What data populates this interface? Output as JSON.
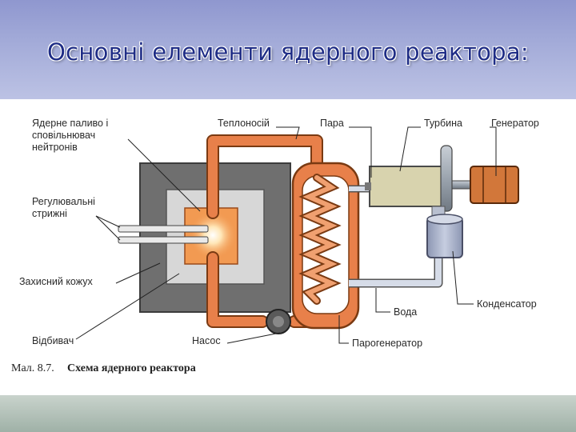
{
  "slide": {
    "title": "Основні елементи ядерного реактора:"
  },
  "diagram": {
    "labels": {
      "fuel_line1": "Ядерне паливо і",
      "fuel_line2": "сповільнювач",
      "fuel_line3": "нейтронів",
      "rods_line1": "Регулювальні",
      "rods_line2": "стрижні",
      "shield": "Захисний кожух",
      "reflector": "Відбивач",
      "pump": "Насос",
      "coolant": "Теплоносій",
      "steam": "Пара",
      "turbine": "Турбина",
      "generator": "Генератор",
      "water": "Вода",
      "condenser": "Конденсатор",
      "steam_generator": "Парогенератор"
    },
    "caption": {
      "prefix": "Мал. 8.7.",
      "title": "Схема ядерного реактора"
    },
    "colors": {
      "coolant_pipe": "#e8804a",
      "shield": "#6f6f6f",
      "reflector": "#d7d7d7",
      "core": "#f29a52",
      "turbine": "#d8d3ae",
      "generator": "#d2773a",
      "condenser": "#a9b3cc",
      "water_pipe": "#d6dce8"
    }
  }
}
